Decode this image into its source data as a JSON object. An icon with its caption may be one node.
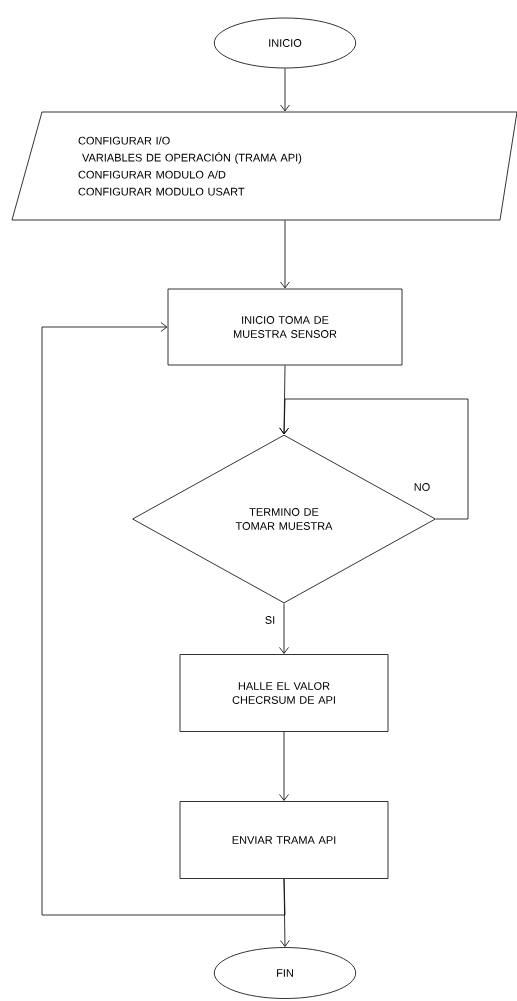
{
  "diagram": {
    "nodes": [
      {
        "text": [
          "INICIO"
        ]
      },
      {
        "text": [
          "CONFIGURAR I/O",
          "VARIABLES DE OPERACIÓN (TRAMA API)",
          "CONFIGURAR MODULO A/D",
          "CONFIGURAR MODULO USART"
        ]
      },
      {
        "text": [
          "INICIO TOMA DE MUESTRA SENSOR"
        ]
      },
      {
        "text": [
          "TERMINO DE TOMAR MUESTRA"
        ]
      },
      {
        "text": [
          "HALLE EL VALOR CHECRSUM DE API"
        ]
      },
      {
        "text": [
          "ENVIAR TRAMA API"
        ]
      },
      {
        "text": [
          "FIN"
        ]
      }
    ],
    "edges": [
      {
        "from": 0,
        "to": 1,
        "arrow": "to"
      },
      {
        "from": 1,
        "to": 2,
        "arrow": "to"
      },
      {
        "from": 2,
        "to": 3,
        "arrow": "to"
      },
      {
        "from": 3,
        "to": 3,
        "arrow": "to",
        "label": "NO"
      },
      {
        "from": 3,
        "to": 4,
        "arrow": "to",
        "label": "SI"
      },
      {
        "from": 4,
        "to": 5,
        "arrow": "to"
      },
      {
        "from": 5,
        "to": 6,
        "arrow": "to"
      },
      {
        "from": 5,
        "to": 2,
        "arrow": "to"
      }
    ]
  }
}
